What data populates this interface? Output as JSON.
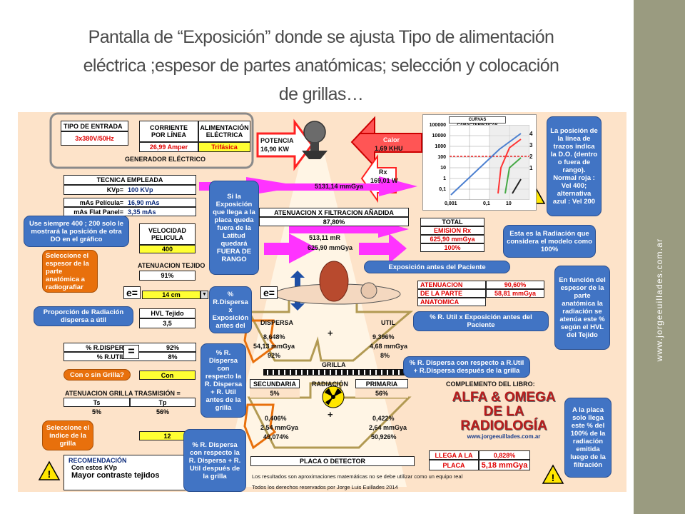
{
  "slide": {
    "title_line1": "Pantalla de “Exposición” donde se ajusta Tipo de alimentación",
    "title_line2": "eléctrica ;espesor de partes anatómicas; selección y colocación",
    "title_line3": "de grillas…",
    "side_url": "www.jorgeeuillades.com.ar"
  },
  "generator": {
    "tipo_entrada_label": "TIPO DE ENTRADA",
    "tipo_entrada_value": "3x380V/50Hz",
    "corriente_label1": "CORRIENTE",
    "corriente_label2": "POR LÍNEA",
    "corriente_value": "26,99 Amper",
    "alimentacion_label1": "ALIMENTACIÓN",
    "alimentacion_label2": "ELÉCTRICA",
    "alimentacion_value": "Trifásica",
    "caption": "GENERADOR ELÉCTRICO",
    "potencia_label": "POTENCIA",
    "potencia_value": "16,90 KW",
    "calor_label": "Calor",
    "calor_value": "1,69 KHU",
    "rx_label": "Rx",
    "rx_value": "169,01 W"
  },
  "tecnica": {
    "title": "TECNICA EMPLEADA",
    "kvp_label": "KVp=",
    "kvp_value": "100 KVp",
    "mas_label": "mAs Película=",
    "mas_value": "16,90 mAs",
    "mas_flat_label": "mAs Flat Panel=",
    "mas_flat_value": "3,35 mAs",
    "velocidad_label1": "VELOCIDAD",
    "velocidad_label2": "PELICULA",
    "velocidad_value": "400",
    "atenuacion_tejido_label": "ATENUACION TEJIDO",
    "atenuacion_tejido_value": "91%",
    "e_label": "e=",
    "espesor_value": "14 cm",
    "hvl_label": "HVL Tejido",
    "hvl_value": "3,5",
    "r_dispersa_label": "% R.DISPERSA",
    "r_dispersa_value": "92%",
    "r_util_label": "% R.UTIL",
    "r_util_value": "8%",
    "equals": "=",
    "grilla_prompt": "Con o sin Grilla?",
    "grilla_value": "Con",
    "aten_grilla_label": "ATENUACION GRILLA TRASMISIÓN =",
    "ts_label": "Ts",
    "tp_label": "Tp",
    "ts_value": "5%",
    "tp_value": "56%",
    "indice_value": "12",
    "recomendacion_title": "RECOMENDACIÓN",
    "recomendacion_line": "Con estos KVp",
    "recomendacion_main": "Mayor contraste tejidos"
  },
  "beam": {
    "mgya_top": "5131,14 mmGya",
    "atenuacion_filtracion_label": "ATENUACION X FILTRACION AÑADIDA",
    "atenuacion_filtracion_value": "87,80%",
    "mr_value": "513,11 mR",
    "mgya_mid": "625,90 mmGya",
    "e_label": "e=",
    "dispersa_label": "DISPERSA",
    "dispersa_pct": "8,648%",
    "dispersa_mgya": "54,13 mmGya",
    "dispersa_92": "92%",
    "util_label": "UTIL",
    "util_pct": "9,396%",
    "util_mgya": "4,68 mmGya",
    "util_8": "8%",
    "plus": "+",
    "grilla_label": "GRILLA",
    "secundaria_label": "SECUNDARIA",
    "secundaria_value": "5%",
    "radiacion_label": "RADIACIÓN",
    "primaria_label": "PRIMARIA",
    "primaria_value": "56%",
    "left_pct": "0,406%",
    "left_mgya": "2,54 mmGya",
    "left_total": "49,074%",
    "right_pct": "0,422%",
    "right_mgya": "2,64 mmGya",
    "right_total": "50,926%",
    "placa_label": "PLACA O DETECTOR",
    "disclaimer1": "Los resultados son aproximaciones matemáticas no se debe utilizar como un equipo real",
    "disclaimer2": "Todos los derechos reservados por Jorge Luis Euillades 2014"
  },
  "curvas": {
    "title": "CURVAS CARACTERISTICAS",
    "y_ticks": [
      "100000",
      "10000",
      "1000",
      "100",
      "10",
      "1",
      "0,1"
    ],
    "x_ticks": [
      "0,001",
      "0,1",
      "10"
    ],
    "curve_labels": [
      "4",
      "3",
      "2",
      "1"
    ]
  },
  "totals": {
    "total_label": "TOTAL",
    "emision_label": "EMISION Rx",
    "emision_mgya": "625,90 mmGya",
    "emision_pct": "100%",
    "aten_label1": "ATENUACION",
    "aten_label2": "DE LA PARTE",
    "aten_label3": "ANATOMICA",
    "aten_pct": "90,60%",
    "aten_mgya": "58,81 mmGya",
    "complemento": "COMPLEMENTO DEL LIBRO:",
    "book_line1": "ALFA & OMEGA",
    "book_line2": "DE LA",
    "book_line3": "RADIOLOGÍA",
    "book_url": "www.jorgeeuillades.com.ar",
    "llega_label": "LLEGA A LA",
    "llega_value": "0,828%",
    "placa_label": "PLACA",
    "placa_value": "5,18 mmGya"
  },
  "callouts": {
    "linea_trazos": "La posición de la línea de trazos indica la D.O. (dentro o fuera de rango). Normal roja : Vel 400; alternativa azul : Vel 200",
    "si_la_exposicion": "Si la Exposición que llega a la placa queda fuera de la Latitud quedará FUERA DE RANGO",
    "use_siempre": "Use siempre 400 ; 200 solo le mostrará la posición de otra DO en el gráfico",
    "radiacion_100": "Esta es la Radiación que considera el modelo como 100%",
    "exposicion_antes": "Exposición antes del Paciente",
    "seleccione_espesor": "Seleccione el espesor de la parte anatómica a radiografiar",
    "pct_dispersa_x": "% R.Dispersa x Exposición antes del",
    "en_funcion": "En función del espesor de la parte anatómica la radiación se atenúa este % según el HVL del Tejido",
    "proporcion": "Proporción de Radiación dispersa a útil",
    "pct_util_x": "% R. Util x Exposición antes del Paciente",
    "pct_dispersa_util": "% R. Dispersa con respecto la R. Dispersa + R. Util antes de la grilla",
    "pct_dispersa_respecto": "% R. Dispersa con respecto a R.Util + R.Dispersa después de la grilla",
    "seleccione_indice": "Seleccione el índice de la grilla",
    "pct_dispersa_despues": "% R. Dispersa con respecto la R. Dispersa + R. Util después de la grilla",
    "a_la_placa": "A la placa solo llega este % del 100% de la radiación emitida luego de la filtración"
  },
  "colors": {
    "background": "#fde3c9",
    "callout_blue": "#4174c4",
    "callout_orange": "#e8700c",
    "highlight_yellow": "#ffff33",
    "magenta_arrow": "#ff33ff",
    "side_panel": "#9a9b80"
  },
  "icons": [
    "warning-icon",
    "radiation-icon",
    "x-ray-tube-icon",
    "patient-icon",
    "dropdown-arrow-icon"
  ]
}
